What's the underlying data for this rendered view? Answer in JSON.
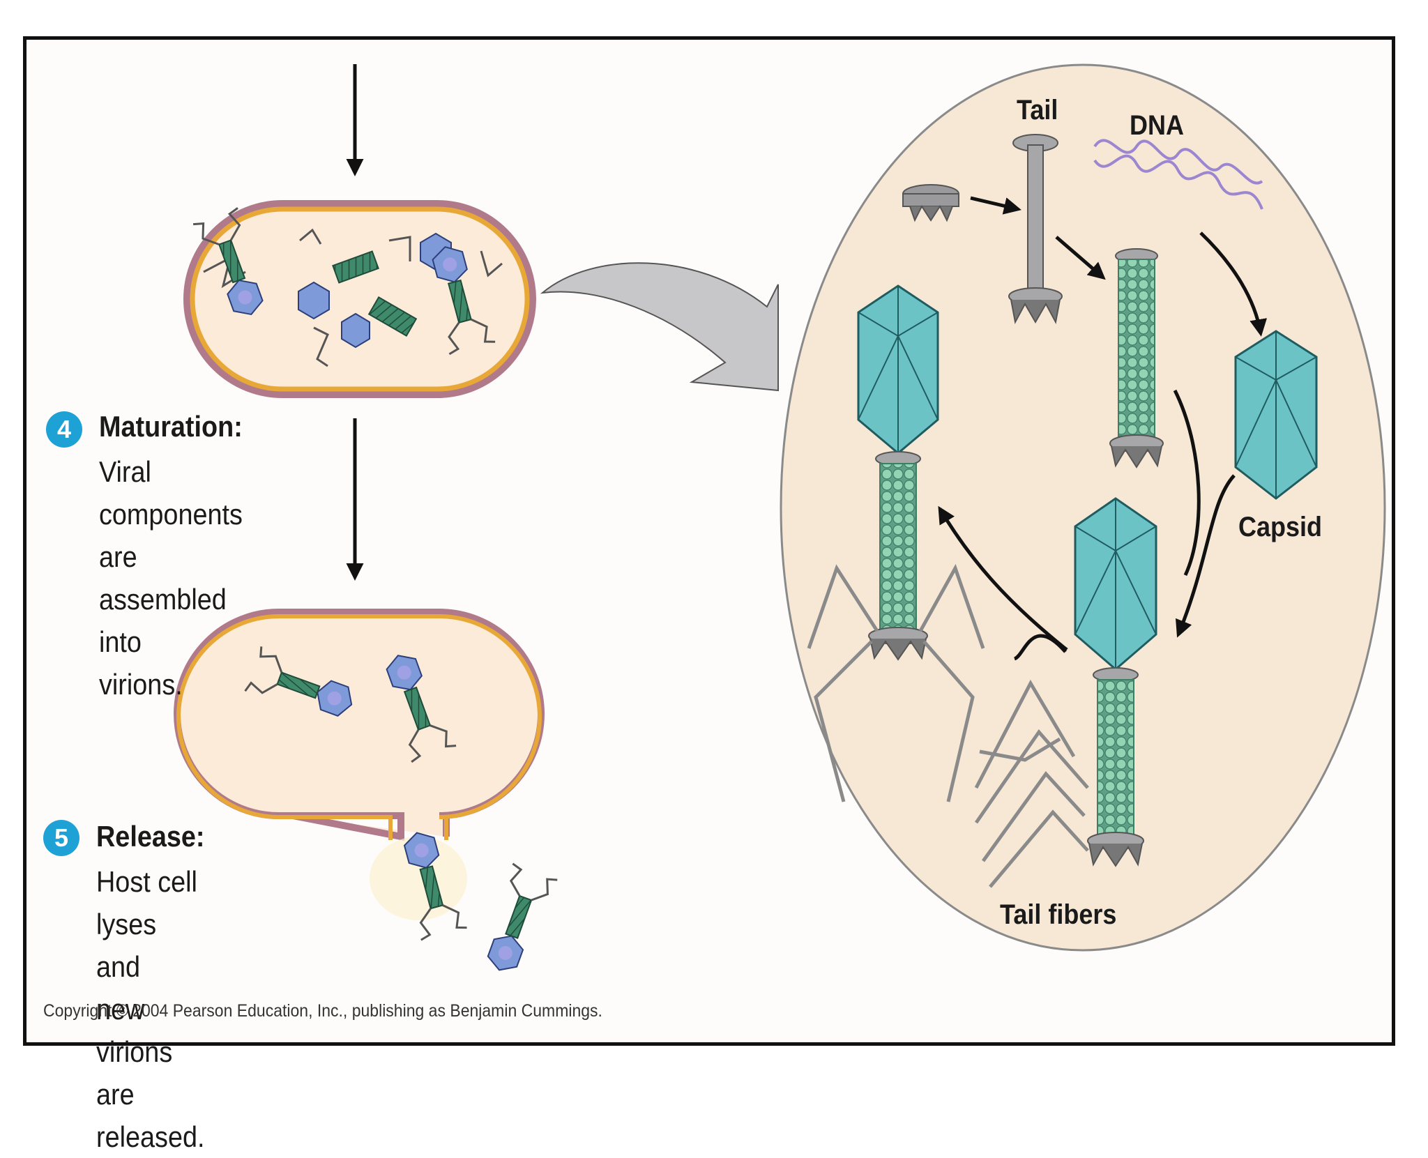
{
  "steps": [
    {
      "number": "4",
      "title": "Maturation:",
      "description": "Viral components\nare assembled into\nvirions."
    },
    {
      "number": "5",
      "title": "Release:",
      "description": "Host cell lyses and\nnew virions are\nreleased."
    }
  ],
  "labels": {
    "tail": "Tail",
    "dna": "DNA",
    "capsid": "Capsid",
    "tail_fibers": "Tail fibers"
  },
  "copyright": "Copyright © 2004 Pearson Education, Inc., publishing as Benjamin Cummings.",
  "colors": {
    "badge": "#1ea2d6",
    "cell_fill": "#fbebd8",
    "cell_outline": "#e8a838",
    "circle_fill": "#f7e8d6",
    "capsid": "#6cc3c6",
    "tail_bead": "#8fcfb2",
    "dna": "#9b86cf",
    "arrow_gray": "#c7c7c9"
  }
}
